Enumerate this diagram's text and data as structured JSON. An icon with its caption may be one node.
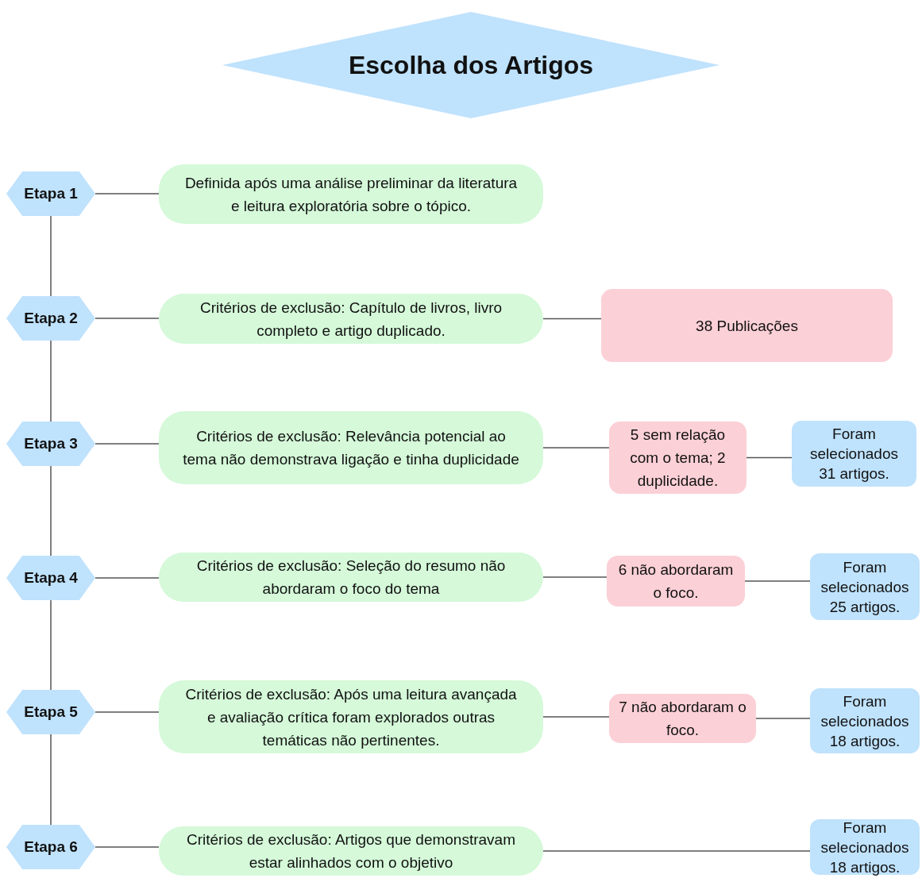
{
  "diagram": {
    "nodes": [
      {
        "text": [
          "Escolha dos Artigos"
        ]
      },
      {
        "text": [
          "Etapa 1"
        ]
      },
      {
        "text": [
          "Definida após uma análise preliminar da literatura e leitura exploratória sobre o tópico."
        ]
      },
      {
        "text": [
          "Etapa 2"
        ]
      },
      {
        "text": [
          "Critérios de exclusão: Capítulo de livros, livro completo e artigo duplicado."
        ]
      },
      {
        "text": [
          "38 Publicações"
        ]
      },
      {
        "text": [
          "Etapa 3"
        ]
      },
      {
        "text": [
          "Critérios de exclusão: Relevância potencial ao tema não demonstrava ligação e tinha duplicidade"
        ]
      },
      {
        "text": [
          "5 sem relação com o tema; 2 duplicidade."
        ]
      },
      {
        "text": [
          "Foram selecionados 31 artigos."
        ]
      },
      {
        "text": [
          "Etapa 4"
        ]
      },
      {
        "text": [
          "Critérios de exclusão: Seleção do resumo não abordaram o foco do tema"
        ]
      },
      {
        "text": [
          "6 não abordaram o foco."
        ]
      },
      {
        "text": [
          "Foram selecionados 25 artigos."
        ]
      },
      {
        "text": [
          "Etapa 5"
        ]
      },
      {
        "text": [
          "Critérios de exclusão: Após uma leitura avançada e avaliação crítica foram explorados outras temáticas não pertinentes."
        ]
      },
      {
        "text": [
          "7 não abordaram o foco."
        ]
      },
      {
        "text": [
          "Foram selecionados 18 artigos."
        ]
      },
      {
        "text": [
          "Etapa 6"
        ]
      },
      {
        "text": [
          "Critérios de exclusão: Artigos que demonstravam estar alinhados com o objetivo"
        ]
      },
      {
        "text": [
          "Foram selecionados 18 artigos."
        ]
      }
    ],
    "edges": [
      {
        "from": 1,
        "to": 2,
        "arrow": "none"
      },
      {
        "from": 3,
        "to": 4,
        "arrow": "none"
      },
      {
        "from": 4,
        "to": 5,
        "arrow": "none"
      },
      {
        "from": 6,
        "to": 7,
        "arrow": "none"
      },
      {
        "from": 7,
        "to": 8,
        "arrow": "none"
      },
      {
        "from": 8,
        "to": 9,
        "arrow": "none"
      },
      {
        "from": 10,
        "to": 11,
        "arrow": "none"
      },
      {
        "from": 11,
        "to": 12,
        "arrow": "none"
      },
      {
        "from": 12,
        "to": 13,
        "arrow": "none"
      },
      {
        "from": 14,
        "to": 15,
        "arrow": "none"
      },
      {
        "from": 15,
        "to": 16,
        "arrow": "none"
      },
      {
        "from": 16,
        "to": 17,
        "arrow": "none"
      },
      {
        "from": 18,
        "to": 19,
        "arrow": "none"
      },
      {
        "from": 19,
        "to": 20,
        "arrow": "none"
      },
      {
        "from": 1,
        "to": 3,
        "arrow": "none"
      },
      {
        "from": 3,
        "to": 6,
        "arrow": "none"
      },
      {
        "from": 6,
        "to": 10,
        "arrow": "none"
      },
      {
        "from": 10,
        "to": 14,
        "arrow": "none"
      },
      {
        "from": 14,
        "to": 18,
        "arrow": "none"
      }
    ]
  }
}
